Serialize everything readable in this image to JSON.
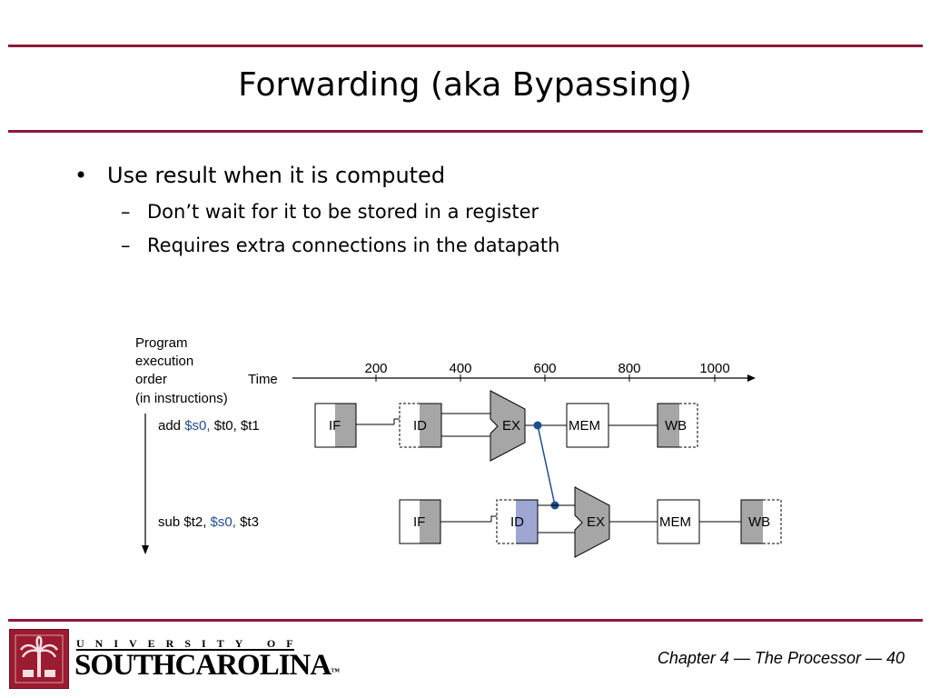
{
  "slide": {
    "title": "Forwarding (aka Bypassing)",
    "bullet": "Use result when it is computed",
    "bullet_marker": "•",
    "sub_marker": "–",
    "sub_bullets": [
      "Don’t wait for it to be stored in a register",
      "Requires extra connections in the datapath"
    ]
  },
  "diagram": {
    "order_label": [
      "Program",
      "execution",
      "order",
      "(in instructions)"
    ],
    "time_label": "Time",
    "time_ticks": [
      "200",
      "400",
      "600",
      "800",
      "1000"
    ],
    "instr1": {
      "op": "add ",
      "reg": "$s0,",
      "rest": " $t0, $t1"
    },
    "instr2": {
      "op": "sub $t2, ",
      "reg": "$s0,",
      "rest": " $t3"
    },
    "stages": {
      "if": "IF",
      "id": "ID",
      "ex": "EX",
      "mem": "MEM",
      "wb": "WB"
    },
    "colors": {
      "shade": "#a6a6a6",
      "id_highlight": "#9ea6d4",
      "forward_line": "#1f4e8c",
      "accent_rule": "#8b1a3a"
    }
  },
  "footer": {
    "text": "Chapter 4 — The Processor — 40",
    "logo_top": "UNIVERSITY OF",
    "logo_main": "SOUTHCAROLINA",
    "logo_tm": "™"
  }
}
